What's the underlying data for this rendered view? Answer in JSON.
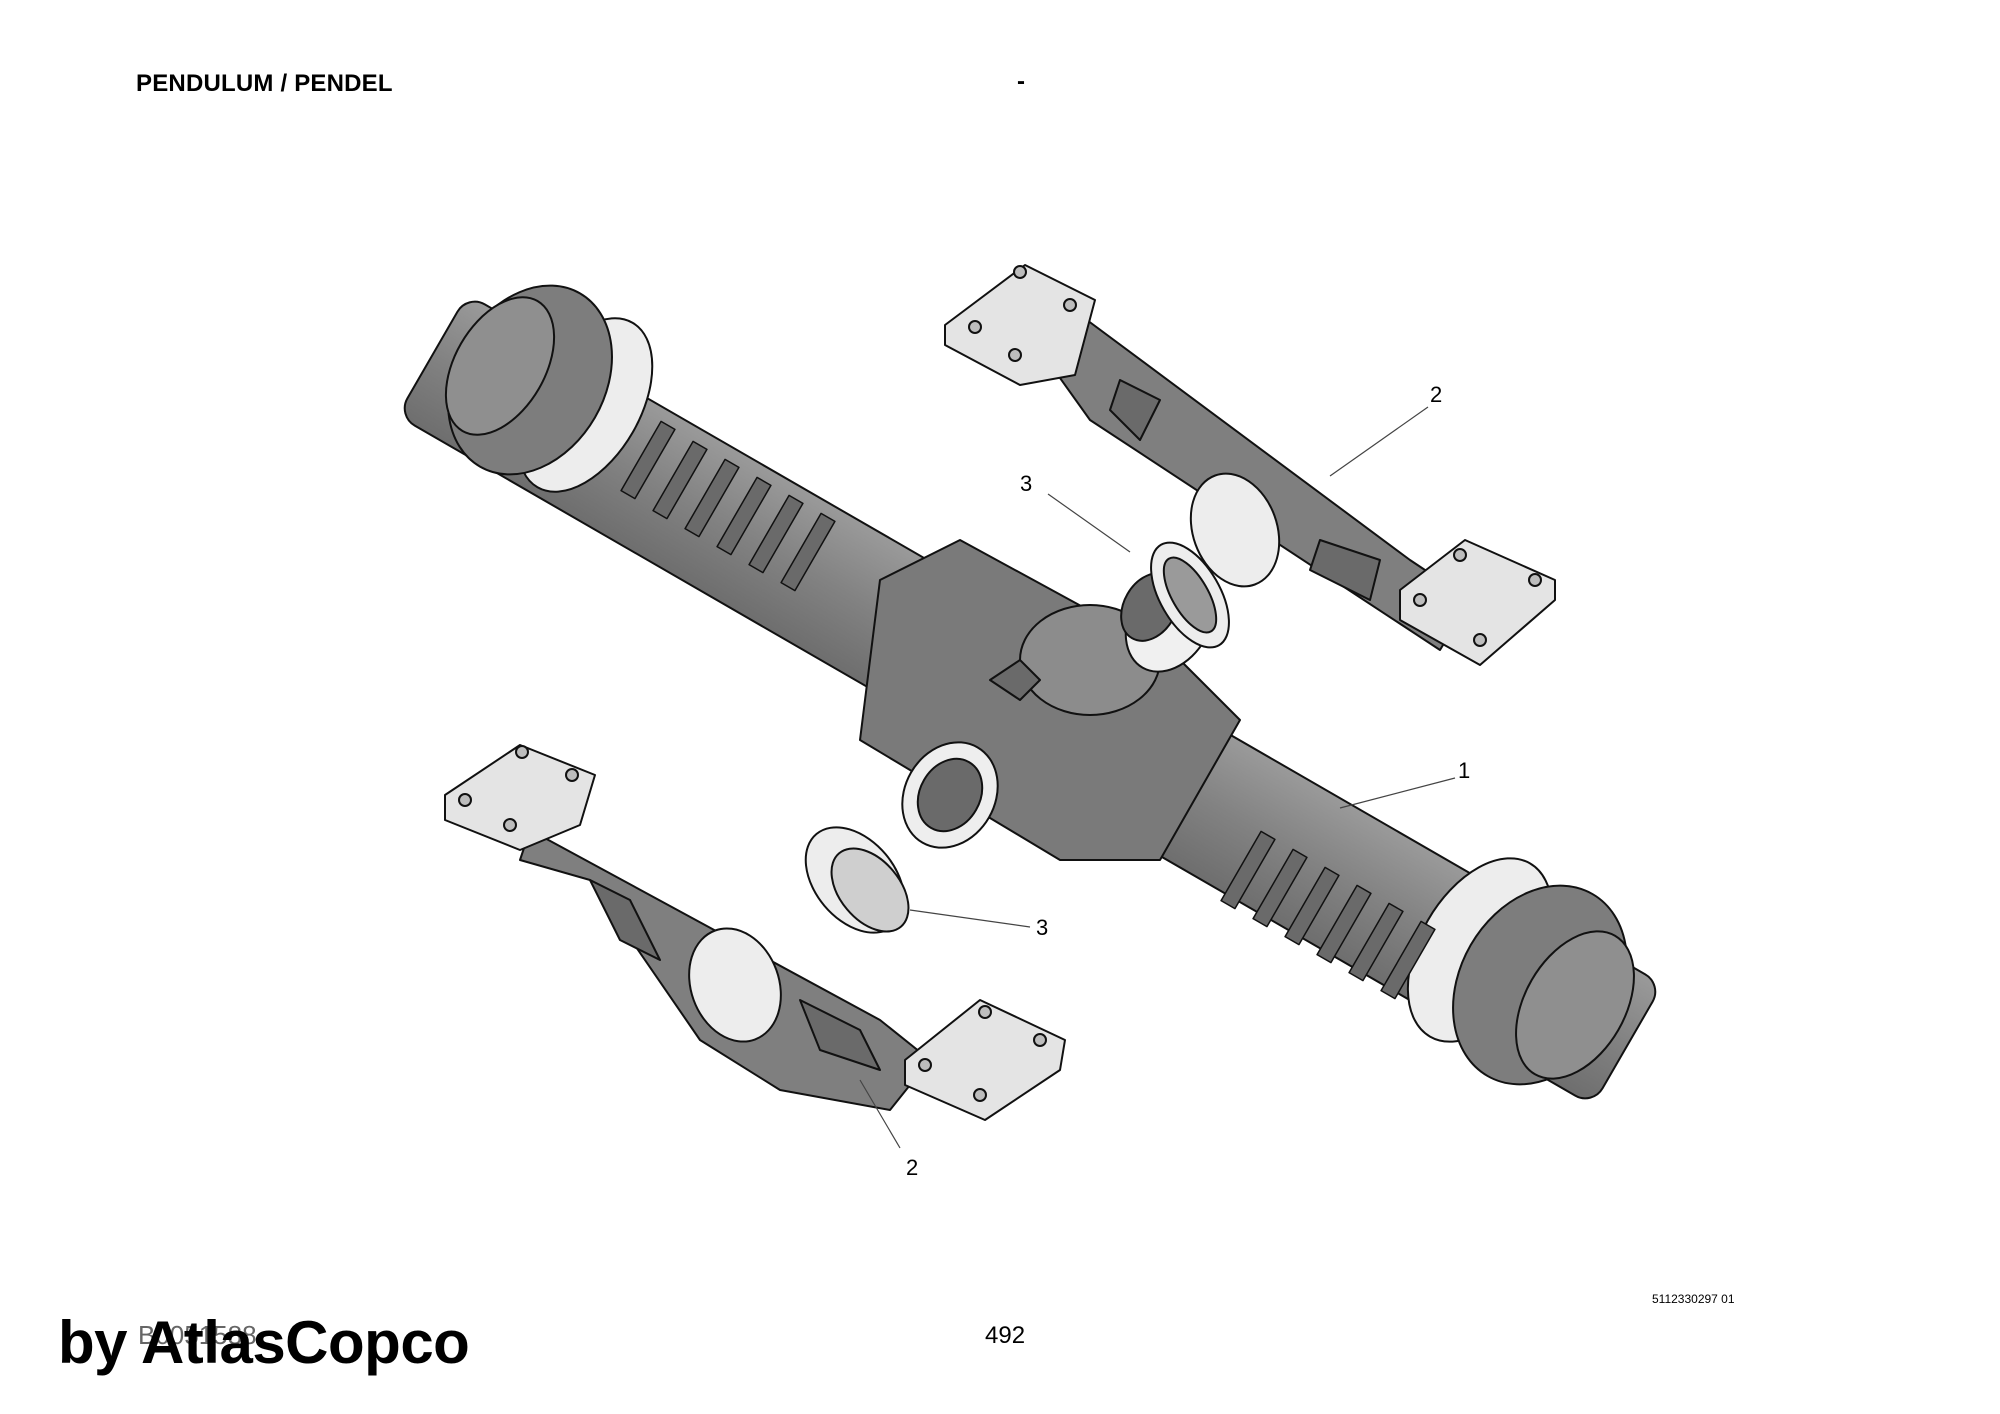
{
  "header": {
    "title": "PENDULUM / PENDEL",
    "subtitle": "-"
  },
  "callouts": {
    "part_1": "1",
    "part_2_upper": "2",
    "part_2_lower": "2",
    "part_3_upper": "3",
    "part_3_lower": "3"
  },
  "footer": {
    "doc_number": "5112330297 01",
    "drawing_id": "B0051588",
    "page_number": "492",
    "watermark": "by AtlasCopco"
  },
  "colors": {
    "body_gray": "#8a8a8a",
    "dark_gray": "#5a5a5a",
    "plate_gray": "#e4e4e4",
    "ring_light": "#eeeeee",
    "outline": "#111111"
  }
}
